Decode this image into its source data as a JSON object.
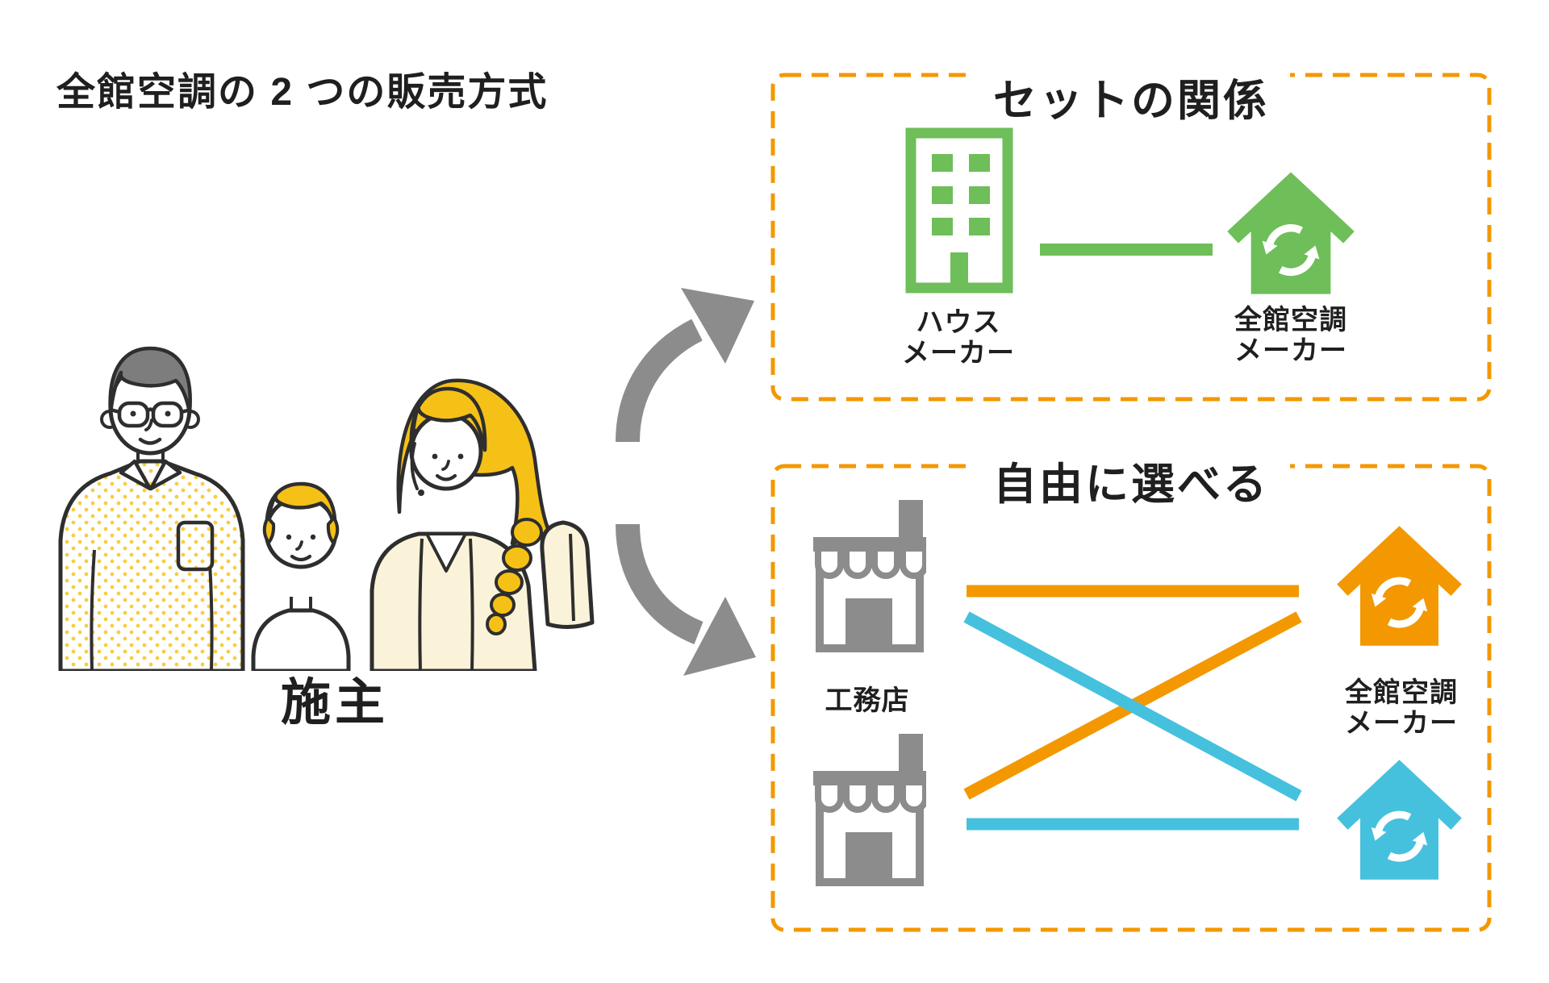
{
  "page_title": "全館空調の 2 つの販売方式",
  "owner_label": "施主",
  "set_relation_box": {
    "title": "セットの関係",
    "house_maker_label": {
      "line1": "ハウス",
      "line2": "メーカー"
    },
    "ac_maker_label": {
      "line1": "全館空調",
      "line2": "メーカー"
    }
  },
  "free_choice_box": {
    "title": "自由に選べる",
    "store_label": "工務店",
    "ac_maker_label": {
      "line1": "全館空調",
      "line2": "メーカー"
    }
  },
  "colors": {
    "orange": "#f39800",
    "green": "#6ebe59",
    "blue": "#45c1de",
    "gray": "#8c8c8c",
    "text": "#1f1f1f",
    "yellow": "#f6c117",
    "cream": "#faf3da",
    "dot_yellow": "#f7ce3e",
    "father_hair": "#7d7d7d",
    "outline": "#2e2e2e"
  }
}
